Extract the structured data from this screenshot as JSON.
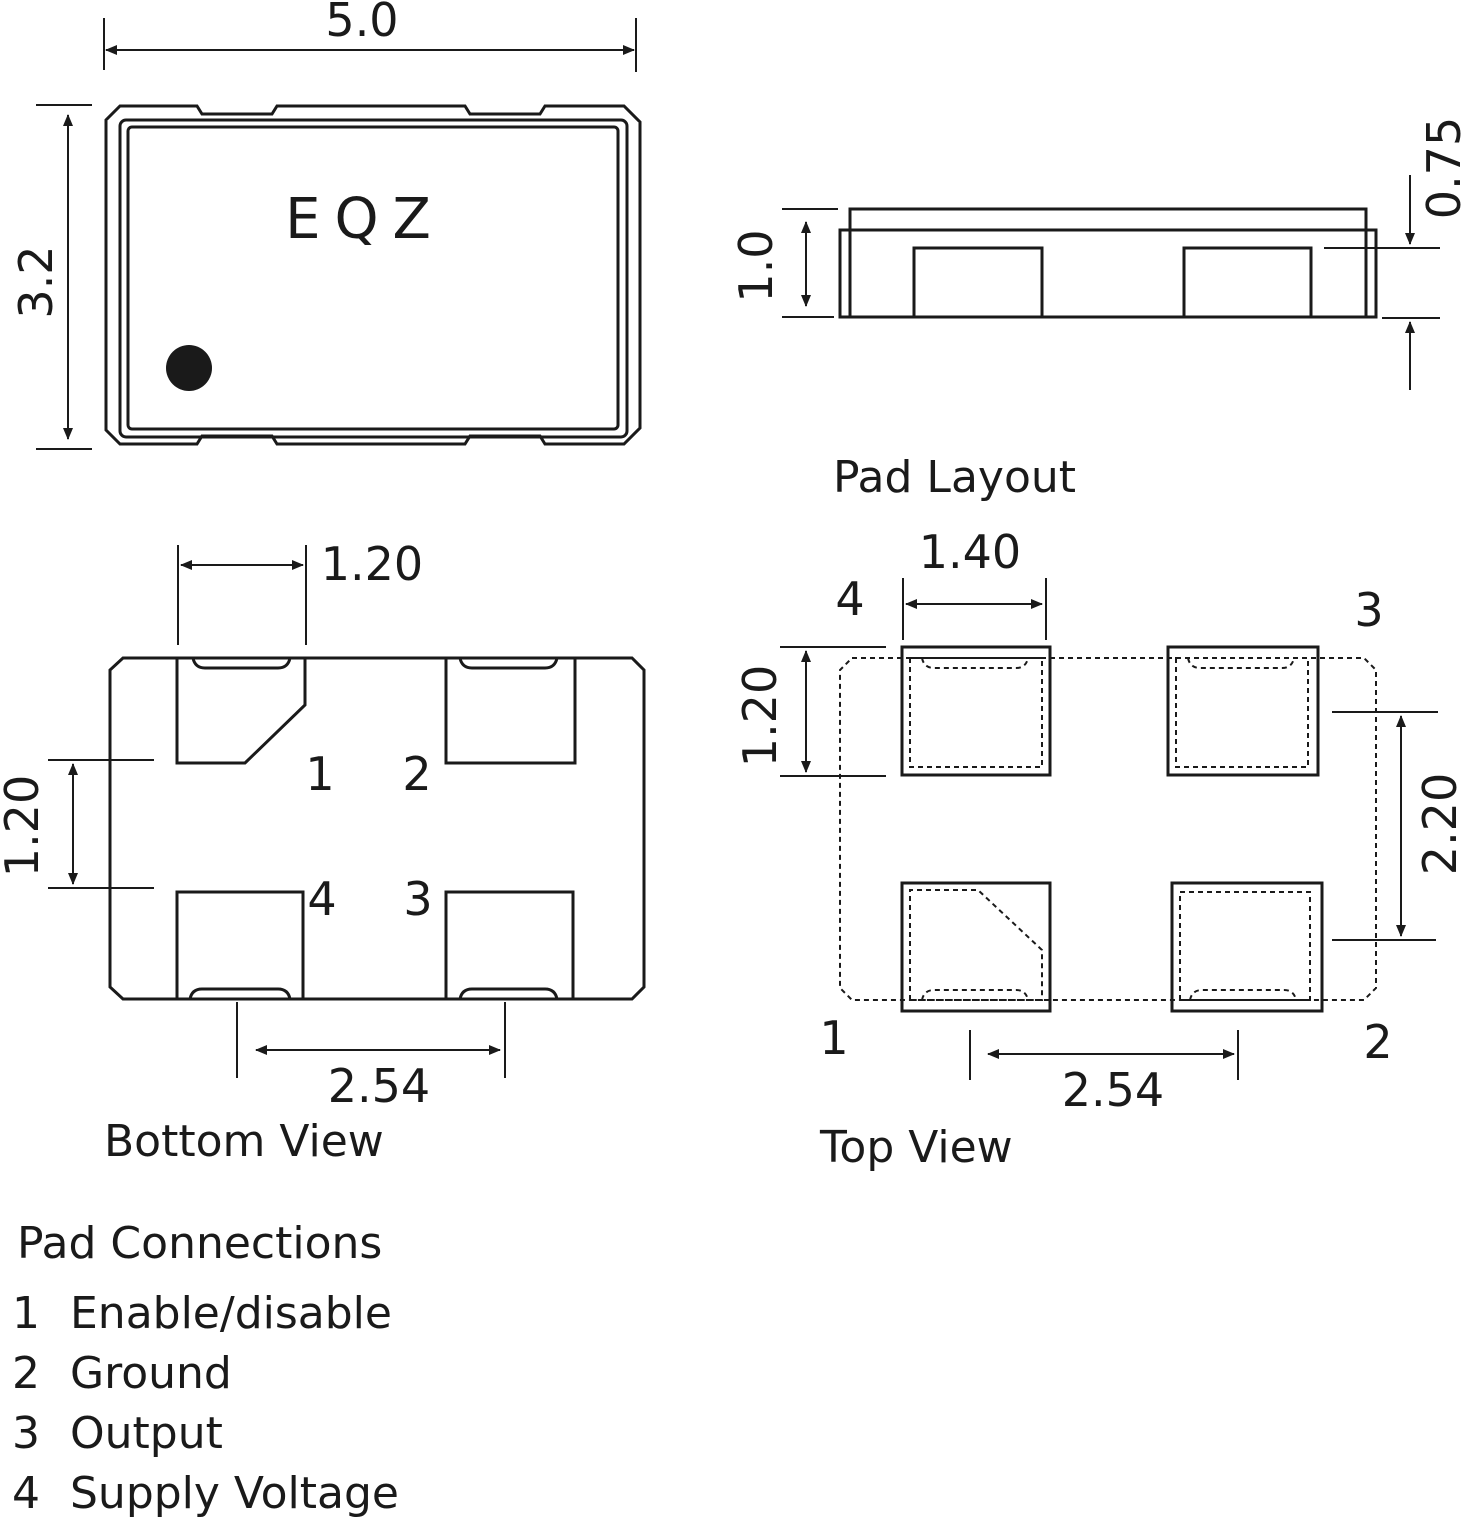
{
  "top_package": {
    "marking": "EQZ",
    "dim_width": "5.0",
    "dim_height": "3.2"
  },
  "side_view": {
    "dim_height": "1.0",
    "dim_pad": "0.75"
  },
  "bottom_view": {
    "title": "Bottom View",
    "dim_pad_width": "1.20",
    "dim_pad_height": "1.20",
    "dim_pitch": "2.54",
    "pin1": "1",
    "pin2": "2",
    "pin3": "3",
    "pin4": "4"
  },
  "pad_layout": {
    "title": "Pad Layout",
    "view_title": "Top View",
    "dim_pad_width": "1.40",
    "dim_pad_height": "1.20",
    "dim_row_spacing": "2.20",
    "dim_pitch": "2.54",
    "pin1": "1",
    "pin2": "2",
    "pin3": "3",
    "pin4": "4"
  },
  "pad_connections": {
    "title": "Pad Connections",
    "items": [
      {
        "num": "1",
        "name": "Enable/disable"
      },
      {
        "num": "2",
        "name": "Ground"
      },
      {
        "num": "3",
        "name": "Output"
      },
      {
        "num": "4",
        "name": "Supply Voltage"
      }
    ]
  }
}
